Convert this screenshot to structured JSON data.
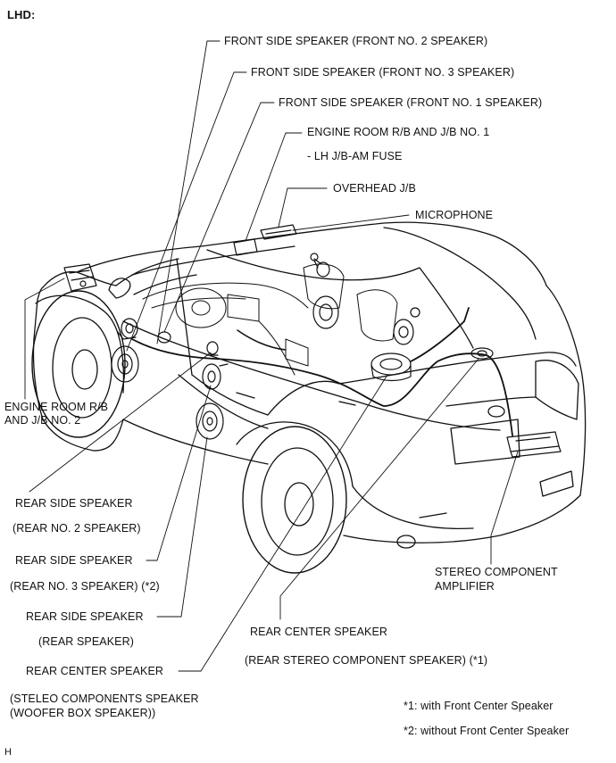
{
  "page_title": "LHD:",
  "figure_code": "H",
  "labels": {
    "front_side_no2": "FRONT SIDE SPEAKER  (FRONT NO. 2 SPEAKER)",
    "front_side_no3": "FRONT SIDE SPEAKER    (FRONT NO. 3 SPEAKER)",
    "front_side_no1": "FRONT SIDE SPEAKER  (FRONT NO. 1 SPEAKER)",
    "engine_room_rb1": "ENGINE ROOM R/B AND J/B NO. 1",
    "lh_jb_am_fuse": "- LH J/B-AM FUSE",
    "overhead_jb": "OVERHEAD J/B",
    "microphone": "MICROPHONE",
    "engine_room_rb2_line1": "ENGINE ROOM R/B",
    "engine_room_rb2_line2": "AND J/B NO. 2",
    "rear_side_no2_line1": "REAR SIDE SPEAKER",
    "rear_side_no2_line2": "(REAR NO. 2 SPEAKER)",
    "rear_side_no3_line1": "REAR SIDE SPEAKER",
    "rear_side_no3_line2": "(REAR NO. 3 SPEAKER) (*2)",
    "rear_side_rear_line1": "REAR SIDE SPEAKER",
    "rear_side_rear_line2": "(REAR SPEAKER)",
    "rear_center_woofer_line1": "REAR CENTER SPEAKER",
    "rear_center_woofer_line2": "(STELEO COMPONENTS SPEAKER",
    "rear_center_woofer_line3": "(WOOFER BOX SPEAKER))",
    "rear_center_line1": "REAR CENTER SPEAKER",
    "rear_center_line2": "(REAR STEREO COMPONENT SPEAKER) (*1)",
    "stereo_amp_line1": "STEREO COMPONENT",
    "stereo_amp_line2": "AMPLIFIER"
  },
  "notes": {
    "note1": "*1: with Front Center Speaker",
    "note2": "*2: without Front Center Speaker"
  }
}
